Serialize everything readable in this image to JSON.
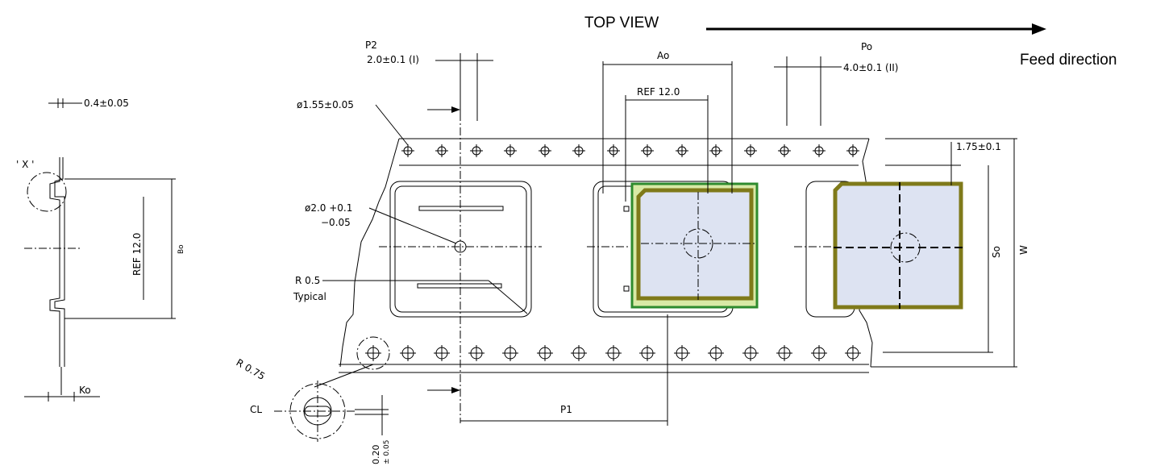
{
  "header": {
    "top_view": "TOP VIEW",
    "feed_direction": "Feed direction"
  },
  "side_view": {
    "thickness": "0.4±0.05",
    "detail_marker": "' X '",
    "ref_label": "REF 12.0",
    "bo_label": "Bo",
    "ko_label": "Ko"
  },
  "top_view": {
    "p2_label": "P2",
    "p2_value": "2.0±0.1 (I)",
    "ao_label": "Ao",
    "ref_label": "REF 12.0",
    "po_label": "Po",
    "po_value": "4.0±0.1 (II)",
    "sprocket_hole_dia": "ø1.55±0.05",
    "edge_offset": "1.75±0.1",
    "center_hole_dia": "ø2.0 +0.1",
    "center_hole_tol": "−0.05",
    "radius_label": "R 0.5",
    "radius_note": "Typical",
    "so_label": "So",
    "w_label": "W",
    "p1_label": "P1"
  },
  "detail": {
    "radius": "R 0.75",
    "cl_label": "CL",
    "dim_value": "0.20",
    "dim_tol": "± 0.05"
  },
  "colors": {
    "component_fill": "#dde3f2",
    "component_border_olive": "#7f7a1a",
    "component_border_green": "#2e8b2e",
    "pad_fill": "#d8e9a6"
  }
}
